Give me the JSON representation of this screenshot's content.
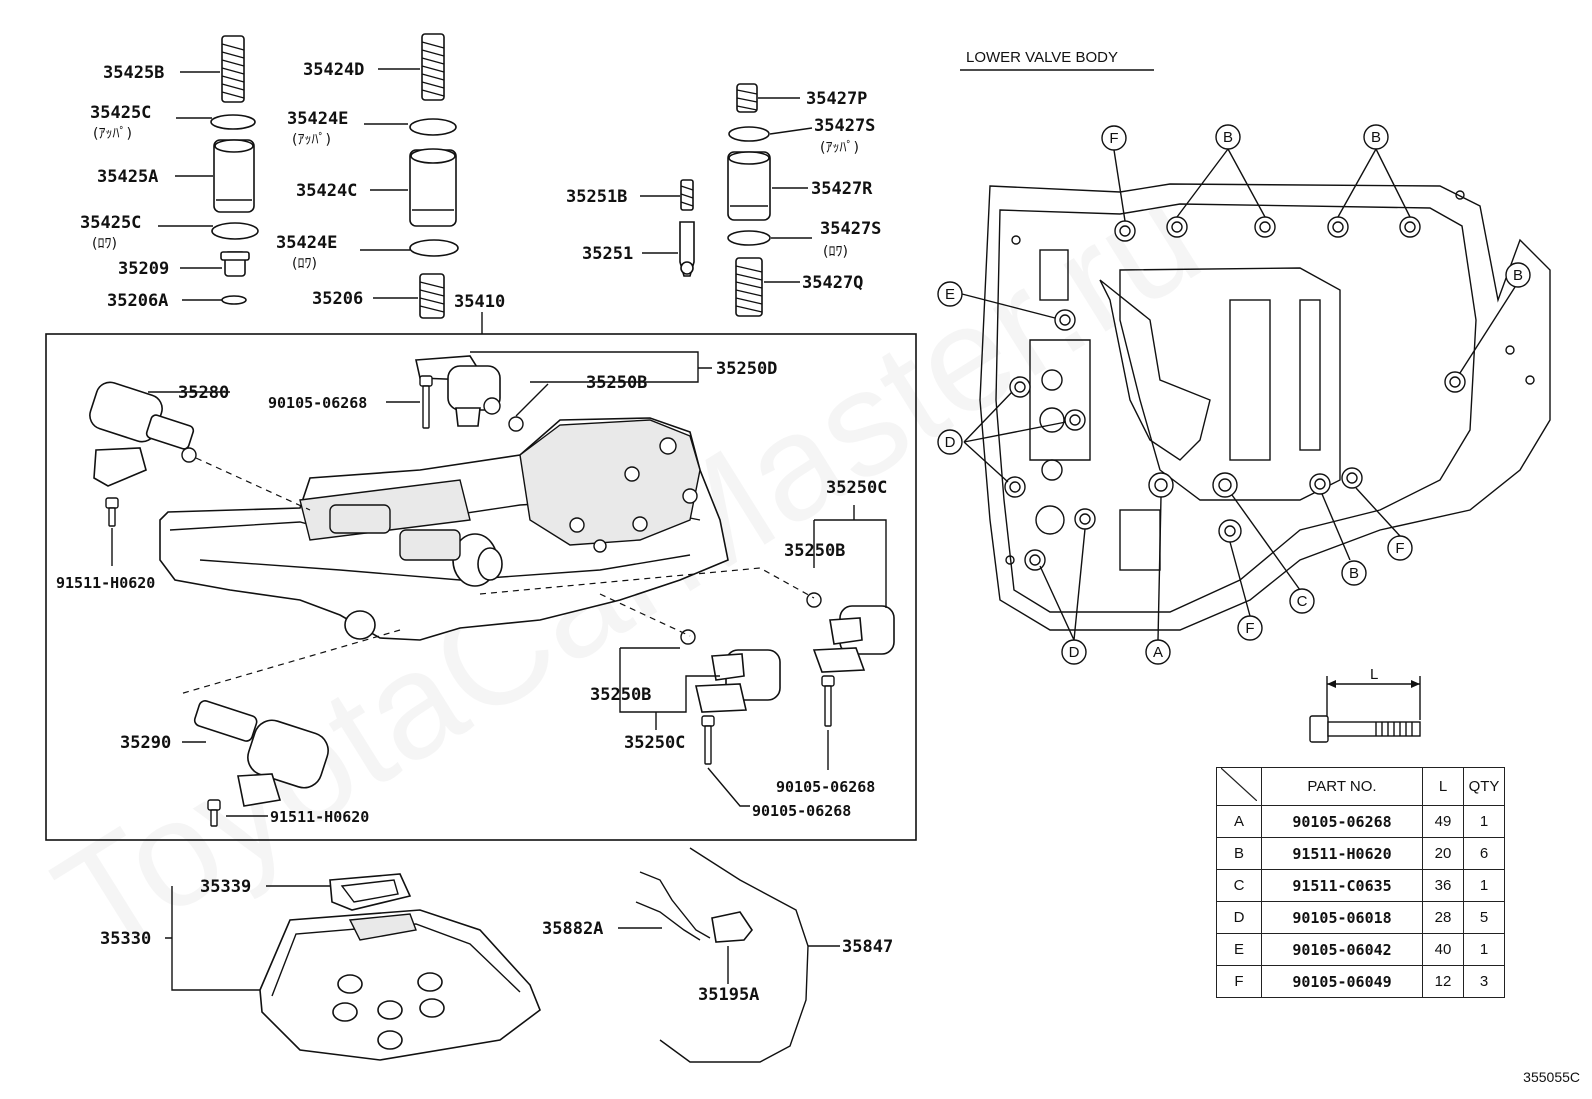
{
  "watermark": "ToyotaCarMaster.ru",
  "figure_code": "355055C",
  "lower_valve_body_title": "LOWER VALVE BODY",
  "dimension_label": "L",
  "upper_parts": {
    "p35425B": "35425B",
    "p35425C_upper": "35425C",
    "p35425C_upper_note": "(ｱｯﾊﾟ)",
    "p35425A": "35425A",
    "p35425C_lower": "35425C",
    "p35425C_lower_note": "(ﾛﾜ)",
    "p35209": "35209",
    "p35206A": "35206A",
    "p35424D": "35424D",
    "p35424E_upper": "35424E",
    "p35424E_upper_note": "(ｱｯﾊﾟ)",
    "p35424C": "35424C",
    "p35424E_lower": "35424E",
    "p35424E_lower_note": "(ﾛﾜ)",
    "p35206": "35206",
    "p35410": "35410",
    "p35251B": "35251B",
    "p35251": "35251",
    "p35427P": "35427P",
    "p35427S_upper": "35427S",
    "p35427S_upper_note": "(ｱｯﾊﾟ)",
    "p35427R": "35427R",
    "p35427S_lower": "35427S",
    "p35427S_lower_note": "(ﾛﾜ)",
    "p35427Q": "35427Q"
  },
  "box_parts": {
    "p35280": "35280",
    "bolt_90105_06268_a": "90105-06268",
    "p35250D": "35250D",
    "p35250B_a": "35250B",
    "bolt_91511_H0620_a": "91511-H0620",
    "p35250C_a": "35250C",
    "p35250B_b": "35250B",
    "p35250B_c": "35250B",
    "p35250C_b": "35250C",
    "p35290": "35290",
    "bolt_90105_06268_b": "90105-06268",
    "bolt_90105_06268_c": "90105-06268",
    "bolt_91511_H0620_b": "91511-H0620"
  },
  "lower_parts": {
    "p35339": "35339",
    "p35330": "35330",
    "p35882A": "35882A",
    "p35195A": "35195A",
    "p35847": "35847"
  },
  "bolt_callouts": {
    "f_top": "F",
    "b_top1": "B",
    "b_top2": "B",
    "e": "E",
    "b_right": "B",
    "d": "D",
    "d_bottom": "D",
    "a": "A",
    "f_bottom": "F",
    "c": "C",
    "b_bottom": "B",
    "f_right": "F"
  },
  "bolt_table": {
    "headers": {
      "part_no": "PART NO.",
      "length": "L",
      "qty": "QTY"
    },
    "rows": [
      {
        "key": "A",
        "part_no": "90105-06268",
        "length": "49",
        "qty": "1"
      },
      {
        "key": "B",
        "part_no": "91511-H0620",
        "length": "20",
        "qty": "6"
      },
      {
        "key": "C",
        "part_no": "91511-C0635",
        "length": "36",
        "qty": "1"
      },
      {
        "key": "D",
        "part_no": "90105-06018",
        "length": "28",
        "qty": "5"
      },
      {
        "key": "E",
        "part_no": "90105-06042",
        "length": "40",
        "qty": "1"
      },
      {
        "key": "F",
        "part_no": "90105-06049",
        "length": "12",
        "qty": "3"
      }
    ]
  }
}
